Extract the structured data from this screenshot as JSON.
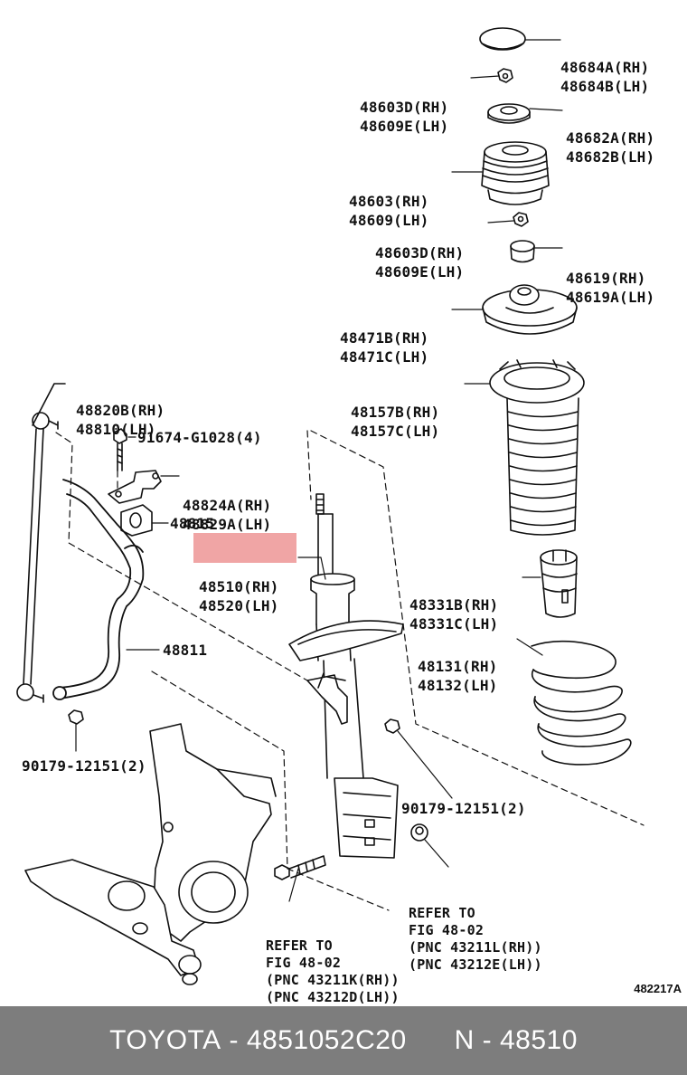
{
  "labels": {
    "p48684": [
      "48684A(RH)",
      "48684B(LH)"
    ],
    "p48603_top": [
      "48603D(RH)",
      "48609E(LH)"
    ],
    "p48682": [
      "48682A(RH)",
      "48682B(LH)"
    ],
    "p48603": [
      "48603(RH)",
      "48609(LH)"
    ],
    "p48603_mid": [
      "48603D(RH)",
      "48609E(LH)"
    ],
    "p48619": [
      "48619(RH)",
      "48619A(LH)"
    ],
    "p48471": [
      "48471B(RH)",
      "48471C(LH)"
    ],
    "p48820": [
      "48820B(RH)",
      "48810(LH)"
    ],
    "p48157": [
      "48157B(RH)",
      "48157C(LH)"
    ],
    "p91674": "91674-G1028(4)",
    "p48824": [
      "48824A(RH)",
      "48829A(LH)"
    ],
    "p48815": "48815",
    "p48510": [
      "48510(RH)",
      "48520(LH)"
    ],
    "p48331": [
      "48331B(RH)",
      "48331C(LH)"
    ],
    "p48131": [
      "48131(RH)",
      "48132(LH)"
    ],
    "p48811": "48811",
    "p90179_left": "90179-12151(2)",
    "p90179_right": "90179-12151(2)",
    "ref_right": [
      "REFER TO",
      "FIG 48-02",
      "(PNC 43211L(RH))",
      "(PNC 43212E(LH))"
    ],
    "ref_left": [
      "REFER TO",
      "FIG 48-02",
      "(PNC 43211K(RH))",
      "(PNC 43212D(LH))"
    ]
  },
  "highlight_part": "48510",
  "highlight_color": "#f0a5a5",
  "figure_code": "482217A",
  "footer": {
    "brand": "TOYOTA",
    "part_number": "4851052C20",
    "pnc": "N - 48510",
    "background": "#7d7d7d"
  }
}
